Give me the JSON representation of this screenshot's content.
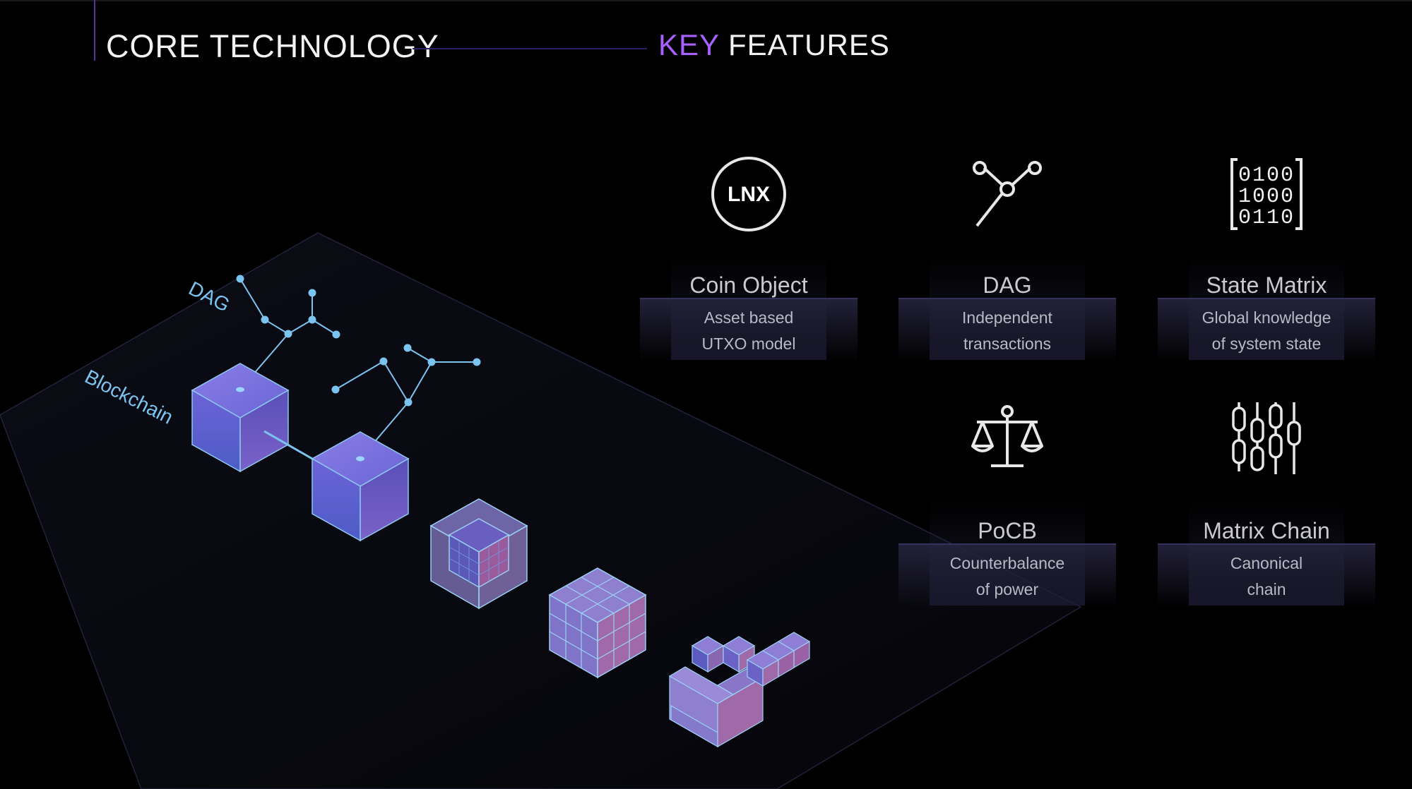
{
  "header": {
    "title": "CORE TECHNOLOGY",
    "features_accent": "KEY",
    "features_rest": " FEATURES"
  },
  "illustration": {
    "dag_label": "DAG",
    "blockchain_label": "Blockchain"
  },
  "features": [
    {
      "icon": "lnx-coin-icon",
      "icon_text": "LNX",
      "label": "Coin Object",
      "desc_line1": "Asset based",
      "desc_line2": "UTXO model"
    },
    {
      "icon": "dag-graph-icon",
      "label": "DAG",
      "desc_line1": "Independent",
      "desc_line2": "transactions"
    },
    {
      "icon": "binary-matrix-icon",
      "icon_rows": [
        "0100",
        "1000",
        "0110"
      ],
      "label": "State Matrix",
      "desc_line1": "Global knowledge",
      "desc_line2": "of system state"
    },
    {
      "icon": "balance-scale-icon",
      "label": "PoCB",
      "desc_line1": "Counterbalance",
      "desc_line2": "of power"
    },
    {
      "icon": "chain-links-icon",
      "label": "Matrix Chain",
      "desc_line1": "Canonical",
      "desc_line2": "chain"
    }
  ],
  "colors": {
    "accent": "#a860ff",
    "background": "#000000",
    "illustration_line": "#7cc4f0",
    "cube_face": "#6a5ac8"
  }
}
